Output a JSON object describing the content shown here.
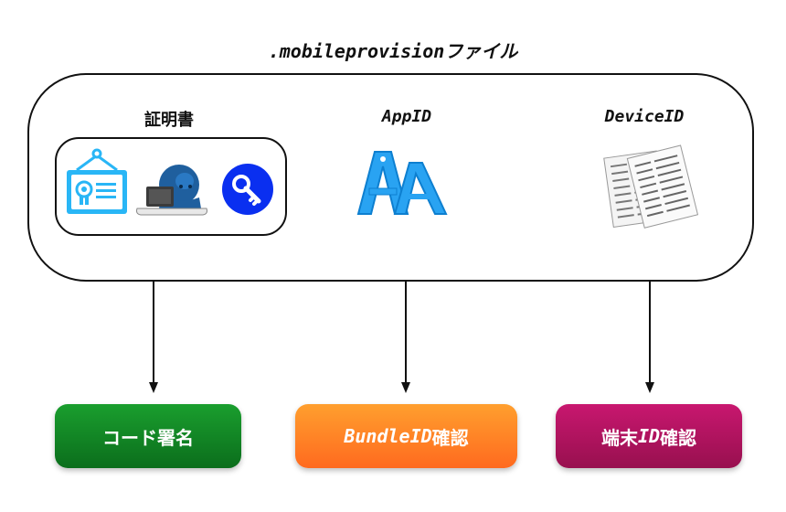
{
  "title": ".mobileprovisionファイル",
  "columns": {
    "certificate_label": "証明書",
    "appid_label": "AppID",
    "deviceid_label": "DeviceID"
  },
  "results": {
    "code_signing": "コード署名",
    "bundle_prefix": "BundleID",
    "bundle_suffix": "確認",
    "device_prefix": "端末",
    "device_mid": "ID",
    "device_suffix": "確認"
  },
  "icons": {
    "certificate": "certificate-icon",
    "developer": "developer-laptop-icon",
    "key": "key-icon",
    "appid": "appid-letters-icon",
    "device_list": "device-list-documents-icon"
  },
  "colors": {
    "cert_blue": "#29b6f6",
    "key_blue": "#0a2ff0",
    "appid_blue": "#29a3f2",
    "green": "#0f8a25",
    "orange": "#ff7f24",
    "magenta": "#b0125e"
  }
}
